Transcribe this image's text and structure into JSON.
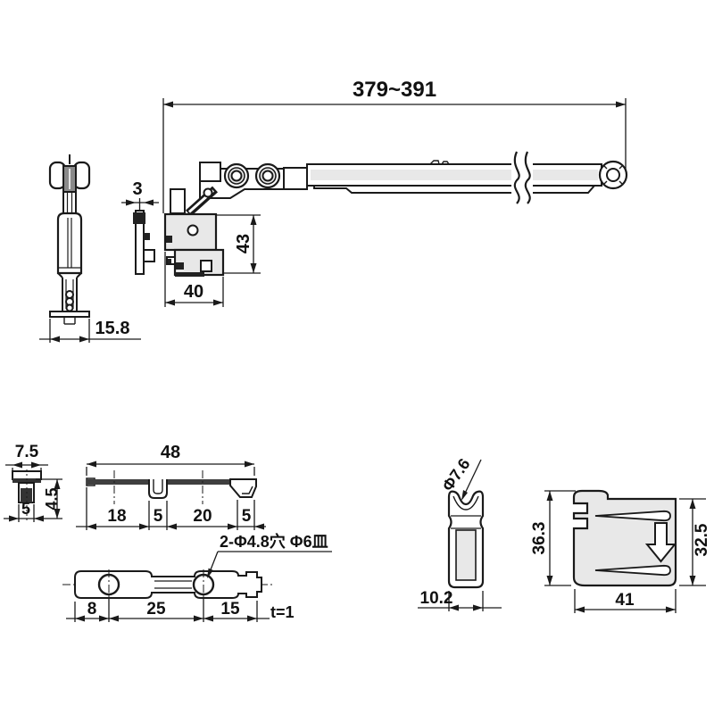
{
  "drawing": {
    "background": "#ffffff",
    "line_color": "#1a1a1a",
    "fill_light": "#e8e8e8",
    "fill_dark": "#222222",
    "views": {
      "arm": {
        "length": "379~391"
      },
      "stay": {
        "width": "15.8"
      },
      "plate_edge": {
        "thickness": "3"
      },
      "bracket": {
        "height": "43",
        "width": "40"
      },
      "section": {
        "top_width": "7.5",
        "stem_width": "5",
        "height": "4.5"
      },
      "rail": {
        "total_width": "48",
        "seg1": "18",
        "seg2": "5",
        "seg3": "20",
        "seg4": "5"
      },
      "link_plate": {
        "seg1": "8",
        "seg2": "25",
        "seg3": "15",
        "thickness_note": "t=1",
        "hole_note": "2-Φ4.8穴 Φ6皿"
      },
      "holder": {
        "hole_dia": "Φ7.6",
        "width": "10.2"
      },
      "cover": {
        "height_left": "36.3",
        "height_right": "32.5",
        "width": "41"
      }
    }
  }
}
